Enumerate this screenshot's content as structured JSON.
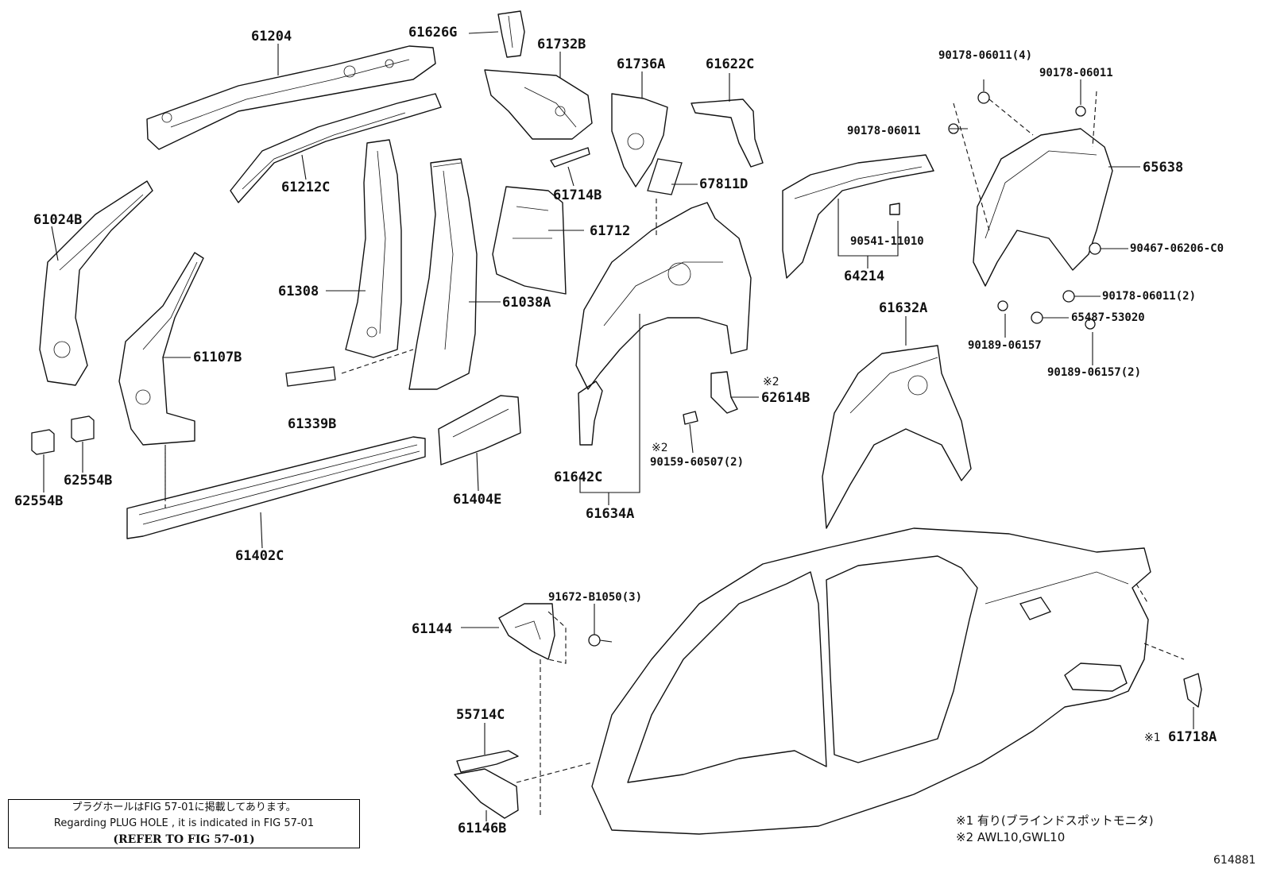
{
  "parts": [
    {
      "id": "p61204",
      "text": "61204"
    },
    {
      "id": "p61626g",
      "text": "61626G"
    },
    {
      "id": "p61732b",
      "text": "61732B"
    },
    {
      "id": "p61736a",
      "text": "61736A"
    },
    {
      "id": "p61622c",
      "text": "61622C"
    },
    {
      "id": "p61212c",
      "text": "61212C"
    },
    {
      "id": "p61714b",
      "text": "61714B"
    },
    {
      "id": "p67811d",
      "text": "67811D"
    },
    {
      "id": "p61024b",
      "text": "61024B"
    },
    {
      "id": "p61712",
      "text": "61712"
    },
    {
      "id": "p61308",
      "text": "61308"
    },
    {
      "id": "p61038a",
      "text": "61038A"
    },
    {
      "id": "p61107b",
      "text": "61107B"
    },
    {
      "id": "p61339b",
      "text": "61339B"
    },
    {
      "id": "p62554b_1",
      "text": "62554B"
    },
    {
      "id": "p62554b_2",
      "text": "62554B"
    },
    {
      "id": "p61404e",
      "text": "61404E"
    },
    {
      "id": "p61402c",
      "text": "61402C"
    },
    {
      "id": "p61642c",
      "text": "61642C"
    },
    {
      "id": "p61634a",
      "text": "61634A"
    },
    {
      "id": "p62614b",
      "text": "62614B"
    },
    {
      "id": "p90159",
      "text": "90159-60507(2)"
    },
    {
      "id": "p64214",
      "text": "64214"
    },
    {
      "id": "p90541",
      "text": "90541-11010"
    },
    {
      "id": "p61632a",
      "text": "61632A"
    },
    {
      "id": "p90178_4",
      "text": "90178-06011(4)"
    },
    {
      "id": "p90178_a",
      "text": "90178-06011"
    },
    {
      "id": "p90178_b",
      "text": "90178-06011"
    },
    {
      "id": "p65638",
      "text": "65638"
    },
    {
      "id": "p90467",
      "text": "90467-06206-C0"
    },
    {
      "id": "p90178_2",
      "text": "90178-06011(2)"
    },
    {
      "id": "p65487",
      "text": "65487-53020"
    },
    {
      "id": "p90189_a",
      "text": "90189-06157"
    },
    {
      "id": "p90189_2",
      "text": "90189-06157(2)"
    },
    {
      "id": "p91672",
      "text": "91672-B1050(3)"
    },
    {
      "id": "p61144",
      "text": "61144"
    },
    {
      "id": "p55714c",
      "text": "55714C"
    },
    {
      "id": "p61146b",
      "text": "61146B"
    },
    {
      "id": "p61718a",
      "text": "61718A"
    }
  ],
  "marks": {
    "m1_61718a": "※1",
    "m2_62614b": "※2",
    "m2_90159": "※2"
  },
  "note": {
    "line1": "プラグホールはFIG 57-01に掲載してあります。",
    "line2": "Regarding  PLUG  HOLE , it is indicated in FIG  57-01",
    "line3": "(REFER TO FIG 57-01)"
  },
  "footnotes": {
    "fn1": "※1 有り(ブラインドスポットモニタ)",
    "fn2": "※2 AWL10,GWL10"
  },
  "figure_number": "614881"
}
